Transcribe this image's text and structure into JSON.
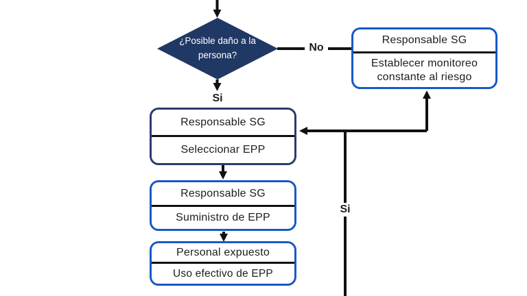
{
  "diagram": {
    "decision": {
      "line1": "¿Posible daño a la",
      "line2": "persona?"
    },
    "edge_labels": {
      "si_decision": "Si",
      "no_decision": "No",
      "si_loop": "Si"
    },
    "nodes": {
      "monitor": {
        "header": "Responsable SG",
        "body": "Establecer monitoreo constante al riesgo"
      },
      "select_epp": {
        "header": "Responsable SG",
        "body": "Seleccionar EPP"
      },
      "supply_epp": {
        "header": "Responsable SG",
        "body": "Suministro de EPP"
      },
      "use_epp": {
        "header": "Personal expuesto",
        "body": "Uso efectivo de EPP"
      }
    },
    "colors": {
      "decision_fill": "#203864",
      "decision_text": "#ffffff",
      "navy_border": "#2a3b6d",
      "blue_border": "#1659c4",
      "divider": "#101010",
      "line": "#111111",
      "background": "#ffffff"
    }
  }
}
